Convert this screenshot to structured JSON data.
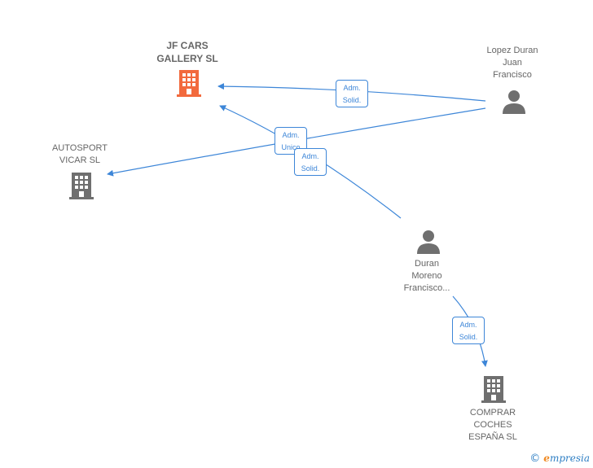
{
  "colors": {
    "edge": "#3d86d8",
    "company_main": "#f26a3d",
    "company": "#6f6f6f",
    "person": "#6f6f6f"
  },
  "nodes": {
    "jf_cars": {
      "lines": [
        "JF CARS",
        "GALLERY  SL"
      ],
      "icon": "building-icon"
    },
    "autosport": {
      "lines": [
        "AUTOSPORT",
        "VICAR  SL"
      ],
      "icon": "building-icon"
    },
    "lopez": {
      "lines": [
        "Lopez Duran",
        "Juan",
        "Francisco"
      ],
      "icon": "person-icon"
    },
    "duran": {
      "lines": [
        "Duran",
        "Moreno",
        "Francisco..."
      ],
      "icon": "person-icon"
    },
    "comprar": {
      "lines": [
        "COMPRAR",
        "COCHES",
        "ESPAÑA  SL"
      ],
      "icon": "building-icon"
    }
  },
  "edges": [
    {
      "from": "lopez",
      "to": "jf_cars",
      "label": [
        "Adm.",
        "Solid."
      ]
    },
    {
      "from": "lopez",
      "to": "autosport",
      "label": [
        "Adm.",
        "Unico"
      ]
    },
    {
      "from": "duran",
      "to": "jf_cars",
      "label": [
        "Adm.",
        "Solid."
      ]
    },
    {
      "from": "duran",
      "to": "comprar",
      "label": [
        "Adm.",
        "Solid."
      ]
    }
  ],
  "brand": {
    "copyright": "©",
    "logo_e": "e",
    "logo_rest": "mpresia"
  }
}
